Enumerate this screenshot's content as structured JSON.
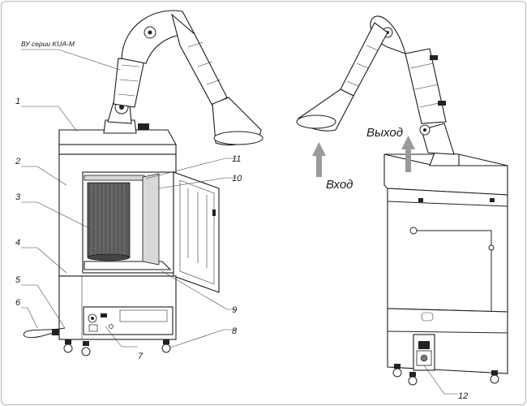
{
  "captions": {
    "series": "ВУ серии KUA-M",
    "inlet": "Вход",
    "outlet": "Выход"
  },
  "callouts": {
    "c1": "1",
    "c2": "2",
    "c3": "3",
    "c4": "4",
    "c5": "5",
    "c6": "6",
    "c7": "7",
    "c8": "8",
    "c9": "9",
    "c10": "10",
    "c11": "11",
    "c12": "12"
  },
  "colors": {
    "line": "#1b1b1b",
    "flow_arrow": "#9a9a9a",
    "border": "#b9b9b9"
  },
  "icons": {
    "inlet_arrow": "arrow-up-icon",
    "outlet_arrow": "arrow-up-icon"
  }
}
